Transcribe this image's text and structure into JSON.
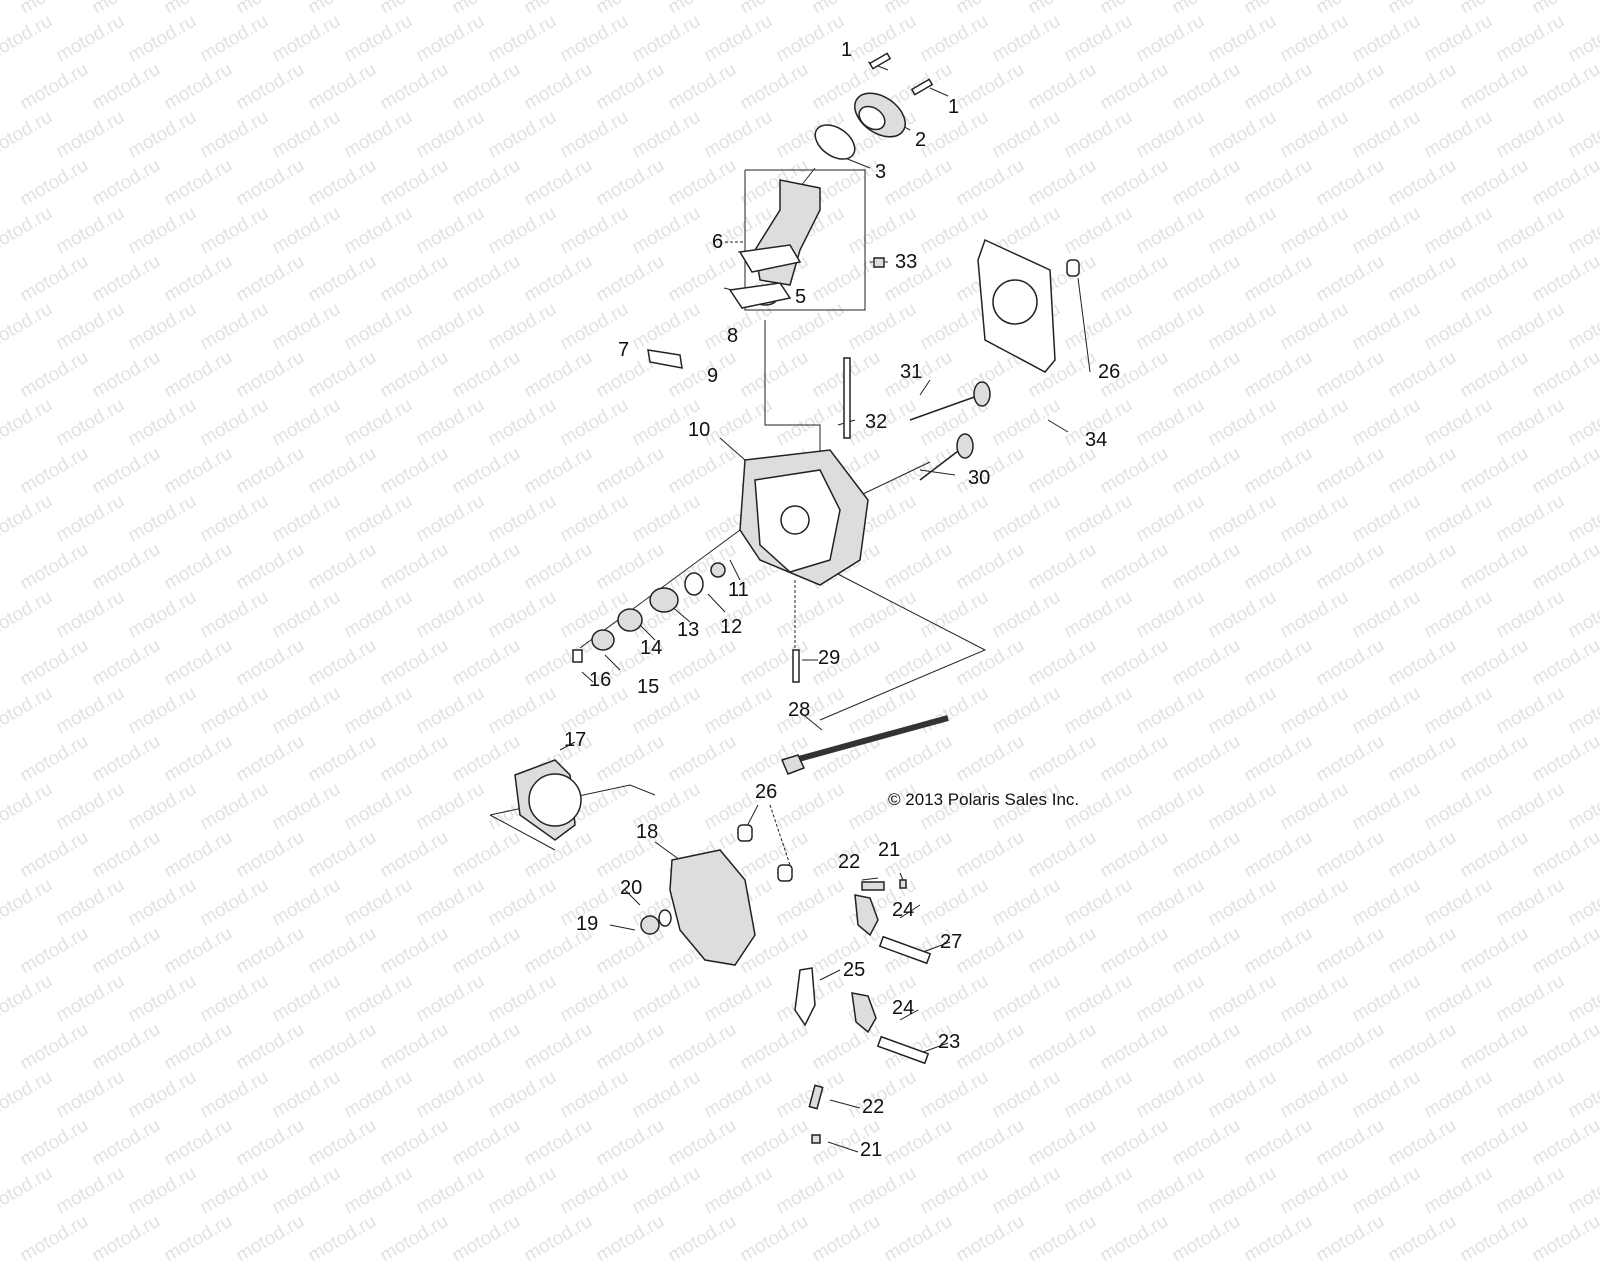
{
  "watermark": "motod.ru",
  "copyright": "© 2013 Polaris Sales Inc.",
  "callouts": {
    "c1a": "1",
    "c1b": "1",
    "c2": "2",
    "c3": "3",
    "c5": "5",
    "c6": "6",
    "c7": "7",
    "c8": "8",
    "c9": "9",
    "c10": "10",
    "c11": "11",
    "c12": "12",
    "c13": "13",
    "c14": "14",
    "c15": "15",
    "c16": "16",
    "c17": "17",
    "c18": "18",
    "c19": "19",
    "c20": "20",
    "c21a": "21",
    "c21b": "21",
    "c22a": "22",
    "c22b": "22",
    "c23": "23",
    "c24a": "24",
    "c24b": "24",
    "c25": "25",
    "c26a": "26",
    "c26b": "26",
    "c27": "27",
    "c28": "28",
    "c29": "29",
    "c30": "30",
    "c31": "31",
    "c32": "32",
    "c33": "33",
    "c34": "34"
  }
}
